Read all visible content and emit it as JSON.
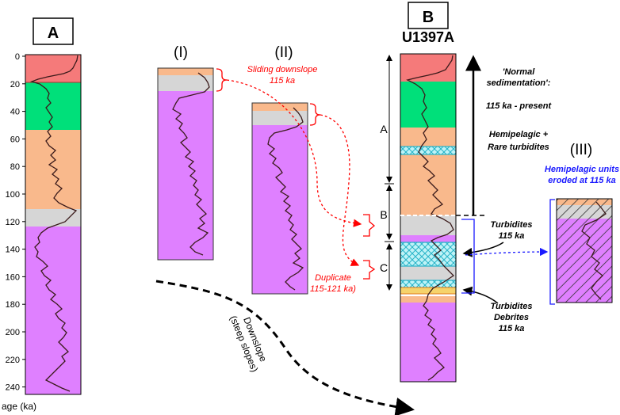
{
  "panels": {
    "a_label": "A",
    "b_label": "B",
    "b_core_name": "U1397A",
    "col1_label": "(I)",
    "col2_label": "(II)",
    "col3_label": "(III)"
  },
  "axis": {
    "title": "age (ka)",
    "ticks": [
      "0",
      "20",
      "40",
      "60",
      "80",
      "100",
      "120",
      "140",
      "160",
      "180",
      "200",
      "220",
      "240"
    ]
  },
  "annotations": {
    "sliding_line1": "Sliding downslope",
    "sliding_line2": "115 ka",
    "duplicate_line1": "Duplicate",
    "duplicate_line2": "115-121 ka)",
    "downslope_line1": "Downslope",
    "downslope_line2": "(steep slopes)",
    "normal_line1": "'Normal",
    "normal_line2": "sedimentation':",
    "normal_line3": "115 ka - present",
    "normal_line4": "Hemipelagic +",
    "normal_line5": "Rare turbidites",
    "eroded_line1": "Hemipelagic units",
    "eroded_line2": "eroded at 115 ka",
    "turb_line1": "Turbidites",
    "turb_line2": "115 ka",
    "debrite_line1": "Turbidites",
    "debrite_line2": "Debrites",
    "debrite_line3": "115 ka",
    "section_a": "A",
    "section_b": "B",
    "section_c": "C"
  },
  "colors": {
    "red_unit": "#f57a7a",
    "green_unit": "#00e07a",
    "orange_unit": "#f9b98c",
    "grey_unit": "#d6d6d6",
    "purple_unit": "#df80ff",
    "cyan_turbidite": "#bff3f7",
    "red_annotation": "#ff0000",
    "blue_annotation": "#1a1aff"
  }
}
